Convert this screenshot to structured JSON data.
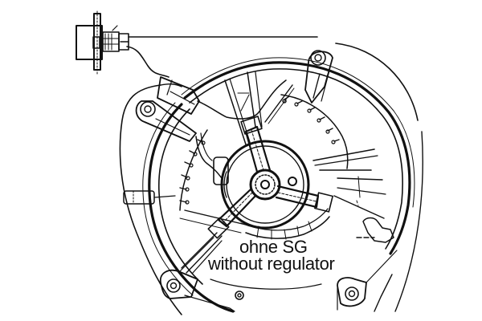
{
  "diagram": {
    "subject": "blower motor fan assembly",
    "labels": {
      "line1": "ohne SG",
      "line2": "without regulator"
    },
    "components": [
      {
        "name": "connector-plug",
        "description": "electrical connector block with flange, top left"
      },
      {
        "name": "wire-harness",
        "description": "cable running from connector to motor"
      },
      {
        "name": "fan-housing",
        "description": "circular scroll housing with outer rim"
      },
      {
        "name": "fan-wheel",
        "description": "squirrel-cage blower wheel with vanes"
      },
      {
        "name": "motor-hub",
        "description": "central motor with three-spoke mounting spider"
      },
      {
        "name": "mounting-lugs",
        "description": "four bolt-hole mounting tabs"
      },
      {
        "name": "scroll-outlet",
        "description": "outer curved scroll edge, right side"
      }
    ],
    "colors": {
      "line": "#111111",
      "background": "#ffffff"
    }
  }
}
